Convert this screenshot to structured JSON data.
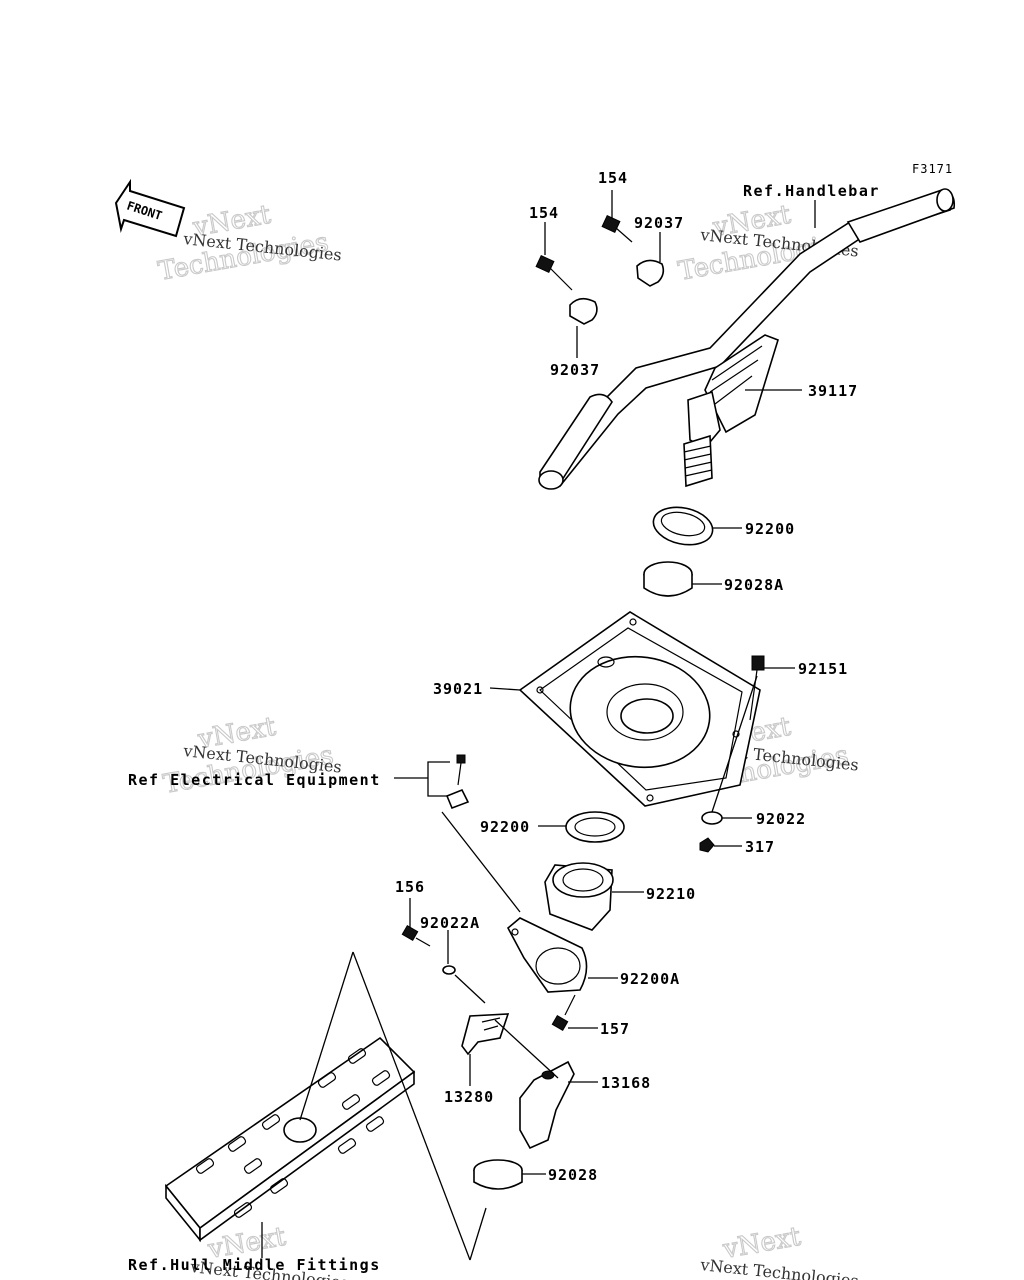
{
  "figure_code": "F3171",
  "front_arrow_label": "FRONT",
  "watermark": {
    "line_small": "vNext Technologies",
    "line_big_1": "vNext",
    "line_big_2": "Technologies"
  },
  "refs": {
    "handlebar": "Ref.Handlebar",
    "electrical": "Ref Electrical Equipment",
    "hull": "Ref.Hull Middle Fittings"
  },
  "parts": {
    "p154_a": "154",
    "p154_b": "154",
    "p92037_a": "92037",
    "p92037_b": "92037",
    "p39117": "39117",
    "p92200_a": "92200",
    "p92028A": "92028A",
    "p92151": "92151",
    "p39021": "39021",
    "p92200_b": "92200",
    "p92022": "92022",
    "p317": "317",
    "p156": "156",
    "p92022A": "92022A",
    "p92210": "92210",
    "p92200A": "92200A",
    "p157": "157",
    "p13280": "13280",
    "p13168": "13168",
    "p92028": "92028"
  }
}
